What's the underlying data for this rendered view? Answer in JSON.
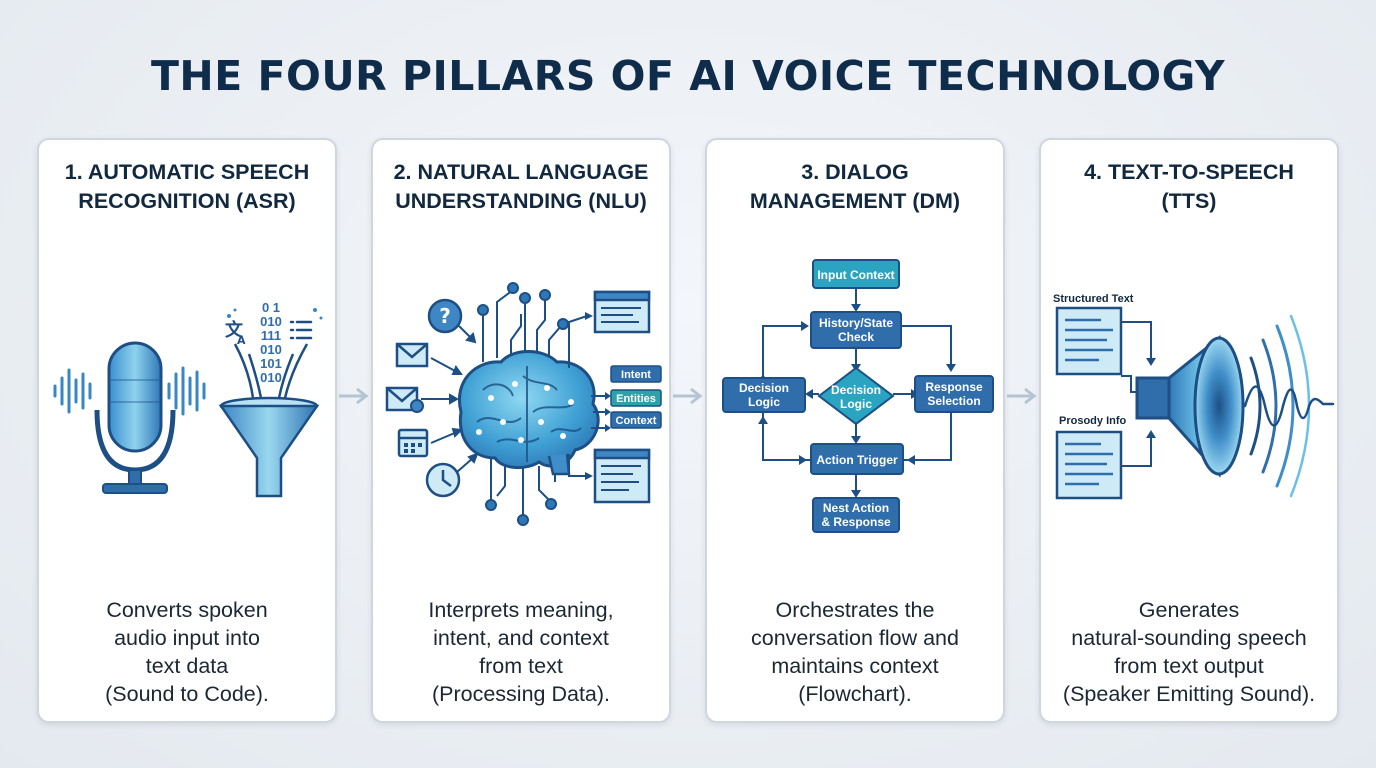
{
  "title": "THE FOUR PILLARS OF AI VOICE TECHNOLOGY",
  "pillars": [
    {
      "title_lines": [
        "1. AUTOMATIC SPEECH",
        "RECOGNITION (ASR)"
      ],
      "desc_lines": [
        "Converts spoken",
        "audio input into",
        "text data",
        "(Sound to Code)."
      ],
      "binary": [
        "0 1",
        "010",
        "111",
        "010",
        "101",
        "010"
      ]
    },
    {
      "title_lines": [
        "2. NATURAL LANGUAGE",
        "UNDERSTANDING (NLU)"
      ],
      "desc_lines": [
        "Interprets meaning,",
        "intent, and context",
        "from text",
        "(Processing Data)."
      ],
      "tags": [
        "Intent",
        "Entities",
        "Context"
      ]
    },
    {
      "title_lines": [
        "3. DIALOG",
        "MANAGEMENT (DM)"
      ],
      "desc_lines": [
        "Orchestrates the",
        "conversation flow and",
        "maintains context",
        "(Flowchart)."
      ],
      "flow": {
        "input_context": "Input Context",
        "history_1": "History/State",
        "history_2": "Check",
        "decision_logic_1": "Decision",
        "decision_logic_2": "Logic",
        "diamond_1": "Decision",
        "diamond_2": "Logic",
        "response_1": "Response",
        "response_2": "Selection",
        "action_trigger": "Action Trigger",
        "next_1": "Nest Action",
        "next_2": "& Response"
      }
    },
    {
      "title_lines": [
        "4. TEXT-TO-SPEECH",
        "(TTS)"
      ],
      "desc_lines": [
        "Generates",
        "natural-sounding speech",
        "from text output",
        "(Speaker Emitting Sound)."
      ],
      "labels": [
        "Structured Text",
        "Prosody Info"
      ]
    }
  ],
  "colors": {
    "navy": "#0f2d4a",
    "blue_dark": "#2a5c93",
    "blue_mid": "#3f86c4",
    "teal": "#2aa4c0",
    "light_blue": "#b9dff2"
  }
}
